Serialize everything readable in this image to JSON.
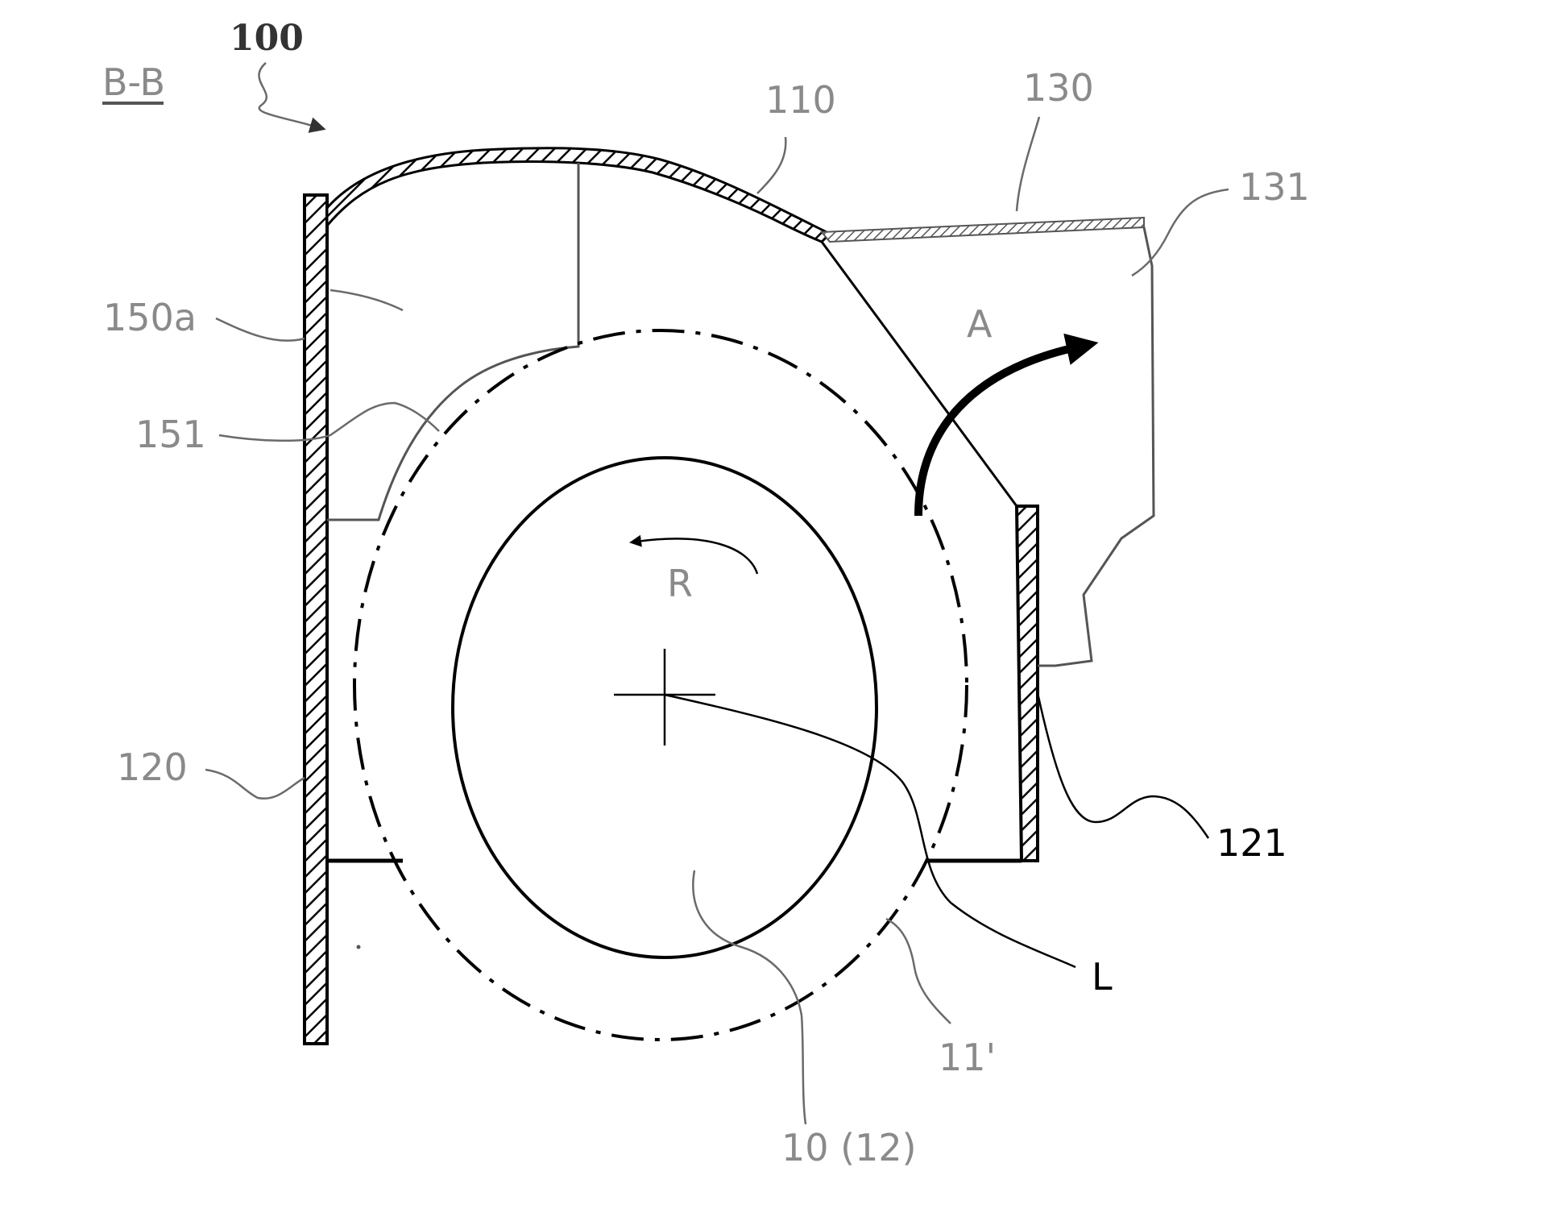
{
  "view_label": "B-B",
  "labels": {
    "assembly": "100",
    "housing_top": "110",
    "outlet_duct": "130",
    "outlet_chamber": "131",
    "housing_space": "150a",
    "tongue": "151",
    "left_wall": "120",
    "right_wall": "121",
    "flow_direction": "A",
    "rotation_direction": "R",
    "line_l": "L",
    "fan_circle": "11'",
    "fan": "10 (12)"
  }
}
